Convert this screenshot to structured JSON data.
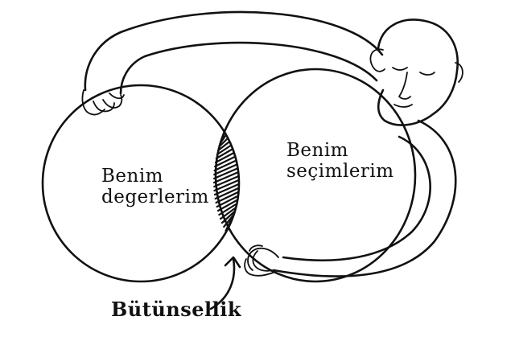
{
  "diagram": {
    "left_circle_label_line1": "Benim",
    "left_circle_label_line2": "degerlerim",
    "right_circle_label_line1": "Benim",
    "right_circle_label_line2": "seçimlerim",
    "overlap_label": "Bütünsellik"
  },
  "colors": {
    "ink": "#111111",
    "paper": "#ffffff"
  }
}
